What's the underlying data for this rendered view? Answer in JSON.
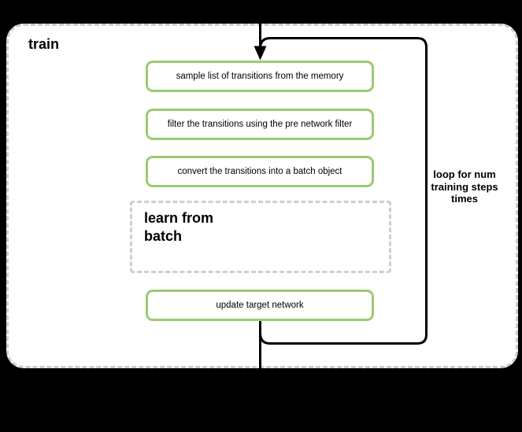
{
  "colors": {
    "background": "#000000",
    "panel_fill": "#ffffff",
    "panel_border": "#cccccc",
    "step_border": "#9acb72",
    "line": "#000000",
    "text": "#000000"
  },
  "diagram": {
    "title": "train",
    "steps": [
      "sample list of transitions from the memory",
      "filter the transitions using the pre network filter",
      "convert the transitions into a batch object",
      "update target network"
    ],
    "group_label": "learn from\nbatch",
    "loop_annotation": "loop for num\ntraining steps\ntimes"
  }
}
